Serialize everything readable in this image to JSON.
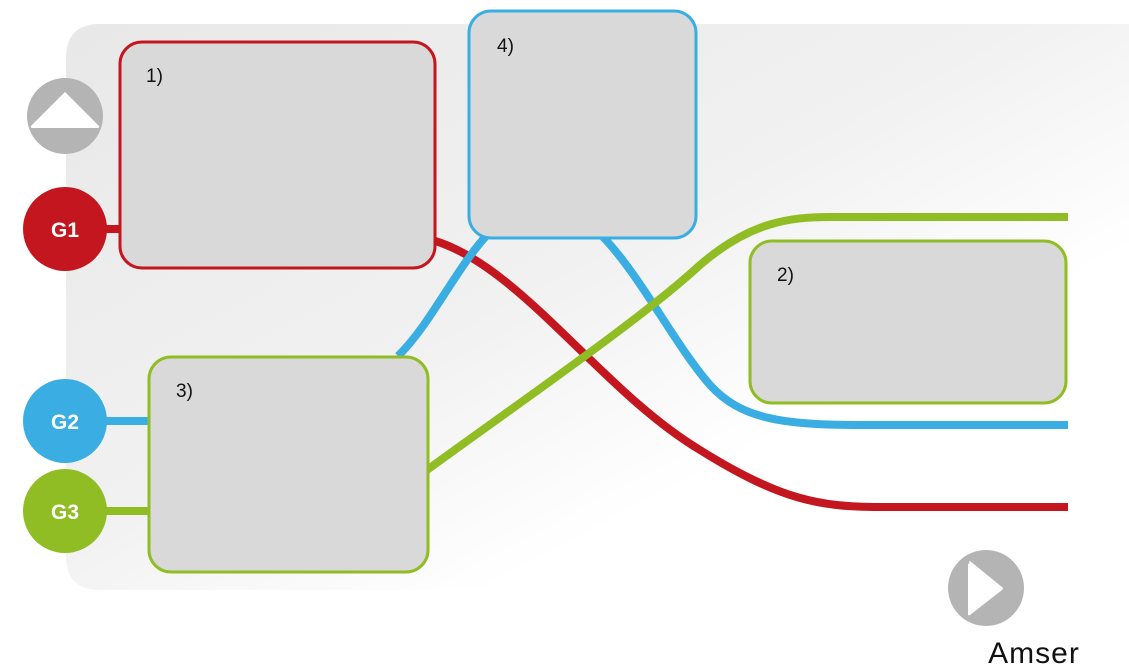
{
  "diagram": {
    "boxes": {
      "box1": {
        "label": "1)"
      },
      "box2": {
        "label": "2)"
      },
      "box3": {
        "label": "3)"
      },
      "box4": {
        "label": "4)"
      }
    },
    "groups": {
      "g1": {
        "label": "G1"
      },
      "g2": {
        "label": "G2"
      },
      "g3": {
        "label": "G3"
      }
    },
    "arrow_label": "Amser",
    "colors": {
      "g1": "#c4161f",
      "g2": "#3aaee2",
      "g3": "#8fbd23",
      "box_fill": "#d9d9d9",
      "control_gray": "#b4b4b4",
      "background_panel": "#e6e6e6"
    },
    "icons": {
      "top_control": "up-triangle-icon",
      "bottom_control": "play-arrow-icon"
    }
  }
}
